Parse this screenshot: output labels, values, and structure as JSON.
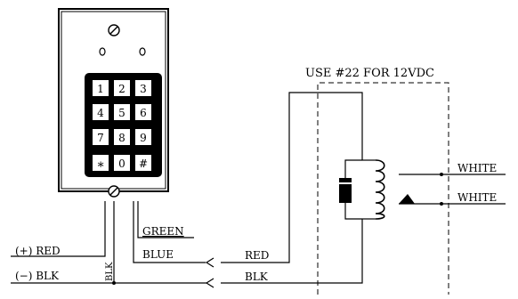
{
  "keypad": {
    "keys": [
      "1",
      "2",
      "3",
      "4",
      "5",
      "6",
      "7",
      "8",
      "9",
      "∗",
      "0",
      "#"
    ]
  },
  "labels": {
    "supply_note": "USE #22 FOR 12VDC",
    "green_wire": "GREEN",
    "blue_wire": "BLUE",
    "red_plus": "(+) RED",
    "blk_minus": "(−) BLK",
    "blk_vertical": "BLK",
    "red_out": "RED",
    "blk_out": "BLK",
    "white_top": "WHITE",
    "white_bottom": "WHITE"
  }
}
